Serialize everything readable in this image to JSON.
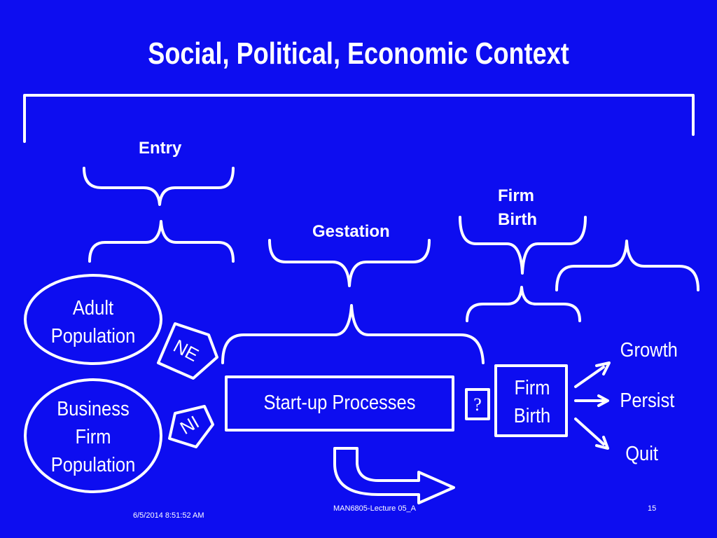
{
  "slide": {
    "title": "Social, Political, Economic Context",
    "footer": {
      "date": "6/5/2014 8:51:52 AM",
      "course": "MAN6805-Lecture 05_A",
      "page": "15"
    }
  },
  "diagram": {
    "labels": {
      "entry": "Entry",
      "gestation": "Gestation",
      "firm_birth_top_line1": "Firm",
      "firm_birth_top_line2": "Birth"
    },
    "nodes": {
      "adult_population": [
        "Adult",
        "Population"
      ],
      "business_firm_population": [
        "Business",
        "Firm",
        "Population"
      ],
      "startup_processes": "Start-up Processes",
      "firm_birth": [
        "Firm",
        "Birth"
      ],
      "question_mark": "?",
      "ne": "NE",
      "ni": "NI"
    },
    "outcomes": {
      "growth": "Growth",
      "persist": "Persist",
      "quit": "Quit"
    }
  }
}
